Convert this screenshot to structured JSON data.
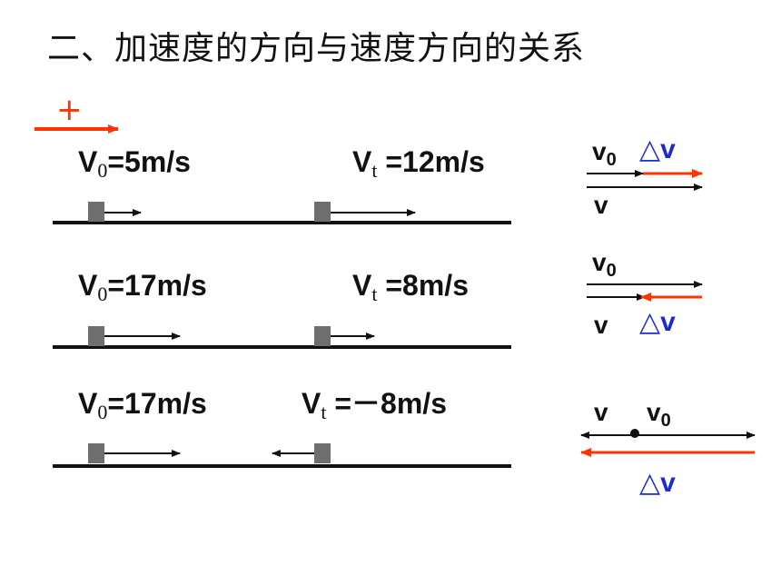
{
  "slide": {
    "title": "二、加速度的方向与速度方向的关系",
    "positive_sign": "+"
  },
  "rows": [
    {
      "v0_symbol": "V",
      "v0_sub": "0",
      "v0_value": "=5m/s",
      "vt_symbol": "V",
      "vt_sub": "t",
      "vt_value": "=12m/s"
    },
    {
      "v0_symbol": "V",
      "v0_sub": "0",
      "v0_value": "=17m/s",
      "vt_symbol": "V",
      "vt_sub": "t",
      "vt_value": "=8m/s"
    },
    {
      "v0_symbol": "V",
      "v0_sub": "0",
      "v0_value": "=17m/s",
      "vt_symbol": "V",
      "vt_sub": "t",
      "vt_value": "=－8m/s"
    }
  ],
  "diagrams": [
    {
      "v0_symbol": "v",
      "v0_sub": "0",
      "v_label": "v",
      "delta_tri": "△",
      "delta_v": "v"
    },
    {
      "v0_symbol": "v",
      "v0_sub": "0",
      "v_label": "v",
      "delta_tri": "△",
      "delta_v": "v"
    },
    {
      "v0_symbol": "v",
      "v0_sub": "0",
      "v_label": "v",
      "delta_tri": "△",
      "delta_v": "v"
    }
  ],
  "colors": {
    "positive_arrow": "#ff3300",
    "delta_arrow": "#ff3300",
    "delta_label": "#1a2bd6",
    "block": "#6e6e6e"
  }
}
